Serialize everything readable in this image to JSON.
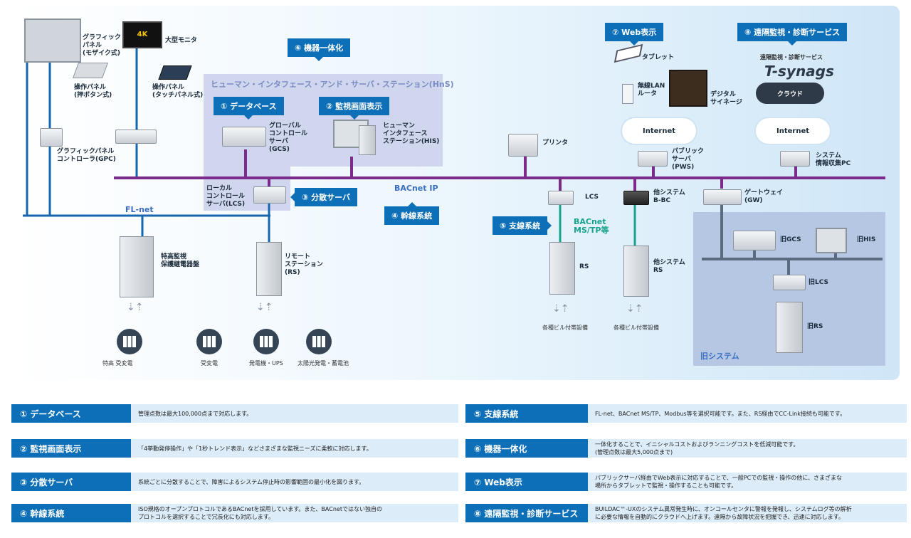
{
  "diagram": {
    "hns_title": "ヒューマン・インタフェース・アンド・サーバ・ステーション(HnS)",
    "tags": {
      "t1": "① データベース",
      "t2": "② 監視画面表示",
      "t3": "③ 分散サーバ",
      "t4": "④ 幹線系統",
      "t5": "⑤ 支線系統",
      "t6": "⑥ 機器一体化",
      "t7": "⑦ Web表示",
      "t8": "⑧ 遠隔監視・診断サービス"
    },
    "networks": {
      "flnet": "FL-net",
      "bacnet_ip": "BACnet IP",
      "bacnet_mstp": "BACnet\nMS/TP等"
    },
    "devices": {
      "graphic_panel": "グラフィック\nパネル\n(モザイク式)",
      "large_monitor": "大型モニタ",
      "op_button": "操作パネル\n(押ボタン式)",
      "op_touch": "操作パネル\n(タッチパネル式)",
      "gpc": "グラフィックパネル\nコントローラ(GPC)",
      "gcs": "グローバル\nコントロール\nサーバ\n(GCS)",
      "his": "ヒューマン\nインタフェース\nステーション(HIS)",
      "lcs": "ローカル\nコントロール\nサーバ(LCS)",
      "hv_panel": "特高監視\n保護継電器盤",
      "rs": "リモート\nステーション\n(RS)",
      "printer": "プリンタ",
      "tablet": "タブレット",
      "wlan": "無線LAN\nルータ",
      "signage": "デジタル\nサイネージ",
      "internet": "Internet",
      "pws": "パブリック\nサーバ\n(PWS)",
      "tsynags_caption": "遠隔監視・診断サービス",
      "tsynags_logo": "T-synags",
      "cloud": "クラウド",
      "info_pc": "システム\n情報収集PC",
      "lcs2": "LCS",
      "other_bbc": "他システム\nB-BC",
      "gw": "ゲートウェイ\n(GW)",
      "rs2": "RS",
      "other_rs": "他システム\nRS",
      "old_gcs": "旧GCS",
      "old_his": "旧HIS",
      "old_lcs": "旧LCS",
      "old_rs": "旧RS",
      "old_system": "旧システム",
      "bldg1": "各種ビル付帯設備",
      "bldg2": "各種ビル付帯設備"
    },
    "bottom_icons": [
      {
        "label": "特高 受変電",
        "icon": "substation-icon"
      },
      {
        "label": "受変電",
        "icon": "substation-icon"
      },
      {
        "label": "発電機・UPS",
        "icon": "generator-icon"
      },
      {
        "label": "太陽光発電・蓄電池",
        "icon": "solar-icon"
      }
    ]
  },
  "features": [
    {
      "title": "① データベース",
      "desc": "管理点数は最大100,000点まで対応します。"
    },
    {
      "title": "② 監視画面表示",
      "desc": "「4挙動発停操作」や「1秒トレンド表示」などさまざまな監視ニーズに柔軟に対応します。"
    },
    {
      "title": "③ 分散サーバ",
      "desc": "系統ごとに分散することで、障害によるシステム停止時の影響範囲の最小化を図ります。"
    },
    {
      "title": "④ 幹線系統",
      "desc": "ISO規格のオープンプロトコルであるBACnetを採用しています。また、BACnetではない独自の\nプロトコルを選択することで冗長化にも対応します。"
    },
    {
      "title": "⑤ 支線系統",
      "desc": "FL-net、BACnet MS/TP、Modbus等を選択可能です。また、RS経由でCC-Link接続も可能です。"
    },
    {
      "title": "⑥ 機器一体化",
      "desc": "一体化することで、イニシャルコストおよびランニングコストを低減可能です。\n(管理点数は最大5,000点まで)"
    },
    {
      "title": "⑦ Web表示",
      "desc": "パブリックサーバ経由でWeb表示に対応することで、一般PCでの監視・操作の他に、さまざまな\n場所からタブレットで監視・操作することも可能です。"
    },
    {
      "title": "⑧ 遠隔監視・診断サービス",
      "desc": "BUILDAC™-UXのシステム異常発生時に、オンコールセンタに警報を発報し、システムログ等の解析\nに必要な情報を自動的にクラウドへ上げます。遠隔から故障状況を把握でき、迅速に対応します。"
    }
  ],
  "colors": {
    "accent": "#0d6fb8",
    "bacnet_line": "#7a2b8c",
    "flnet_line": "#1566b0",
    "mstp_line": "#19a38c",
    "row_bg": "#dcecf8"
  }
}
